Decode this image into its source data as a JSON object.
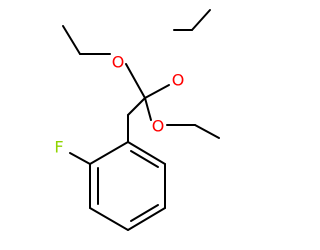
{
  "molecule": {
    "atoms": [
      {
        "id": "F1",
        "symbol": "F",
        "color": "#8fd400"
      },
      {
        "id": "O1",
        "symbol": "O",
        "color": "#ff0000"
      },
      {
        "id": "O2",
        "symbol": "O",
        "color": "#ff0000"
      },
      {
        "id": "O3",
        "symbol": "O",
        "color": "#ff0000"
      }
    ],
    "bond_color": "#000000"
  }
}
